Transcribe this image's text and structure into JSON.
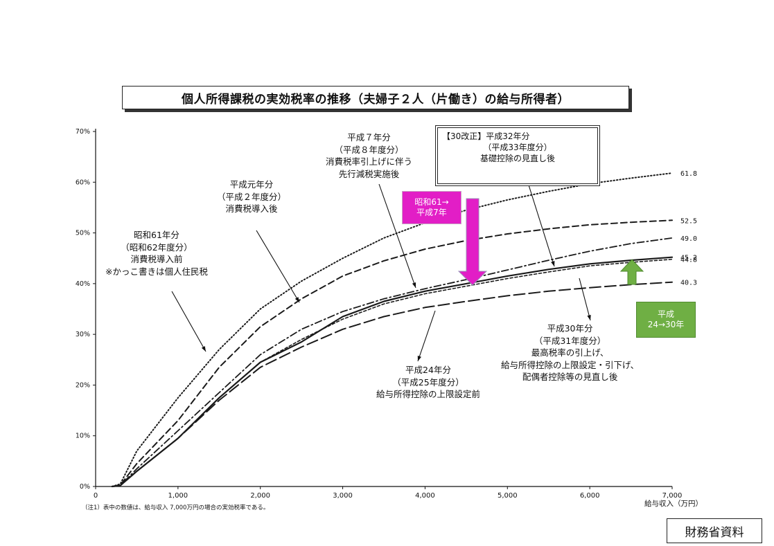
{
  "title": "個人所得課税の実効税率の推移（夫婦子２人（片働き）の給与所得者）",
  "source": "財務省資料",
  "colors": {
    "pink_arrow": "#e21ec6",
    "green_arrow": "#6faf44",
    "line": "#1a1a1a"
  },
  "tags": {
    "pink": "昭和61→\n平成7年",
    "green": "平成\n24→30年"
  },
  "annotations": {
    "s61": [
      "昭和61年分",
      "（昭和62年度分）",
      "消費税導入前",
      "※かっこ書きは個人住民税"
    ],
    "h1": [
      "平成元年分",
      "（平成２年度分）",
      "消費税導入後"
    ],
    "h7": [
      "平成７年分",
      "（平成８年度分）",
      "消費税率引上げに伴う",
      "先行減税実施後"
    ],
    "h32": [
      "【30改正】平成32年分",
      "（平成33年度分）",
      "基礎控除の見直し後"
    ],
    "h30": [
      "平成30年分",
      "（平成31年度分）",
      "最高税率の引上げ、",
      "給与所得控除の上限設定・引下げ、",
      "配偶者控除等の見直し後"
    ],
    "h24": [
      "平成24年分",
      "（平成25年度分）",
      "給与所得控除の上限設定前"
    ]
  },
  "chart_data": {
    "type": "line",
    "title": "個人所得課税の実効税率の推移（夫婦子２人（片働き）の給与所得者）",
    "xlabel": "給与収入（万円）",
    "ylabel": "",
    "xlim": [
      0,
      7000
    ],
    "ylim": [
      0,
      70
    ],
    "x_ticks": [
      0,
      1000,
      2000,
      3000,
      4000,
      5000,
      6000,
      7000
    ],
    "x_tick_labels": [
      "0",
      "1,000",
      "2,000",
      "3,000",
      "4,000",
      "5,000",
      "6,000",
      "7,000"
    ],
    "y_ticks": [
      0,
      10,
      20,
      30,
      40,
      50,
      60,
      70
    ],
    "y_tick_labels": [
      "0%",
      "10%",
      "20%",
      "30%",
      "40%",
      "50%",
      "60%",
      "70%"
    ],
    "grid": false,
    "x": [
      300,
      500,
      1000,
      1500,
      2000,
      2500,
      3000,
      3500,
      4000,
      4500,
      5000,
      5500,
      6000,
      6500,
      7000
    ],
    "series": [
      {
        "name": "昭和61年分",
        "style": "dotted",
        "end_label": "61.8",
        "values": [
          0.5,
          7,
          17.5,
          27,
          35,
          40.5,
          45,
          49,
          52,
          54.5,
          56.5,
          58.2,
          59.7,
          60.8,
          61.8
        ]
      },
      {
        "name": "平成元年分",
        "style": "dashed",
        "end_label": "52.5",
        "values": [
          0.3,
          4.5,
          13,
          23.5,
          31.5,
          37,
          41.5,
          44.5,
          46.8,
          48.5,
          49.8,
          50.8,
          51.6,
          52.1,
          52.5
        ]
      },
      {
        "name": "平成７年分",
        "style": "dashdot",
        "end_label": "49.0",
        "values": [
          0.2,
          3.5,
          11,
          18.5,
          26,
          31,
          34.5,
          37,
          39,
          40.8,
          42.7,
          44.6,
          46.4,
          47.9,
          49.0
        ]
      },
      {
        "name": "平成30年分",
        "style": "solid",
        "end_label": "45.2",
        "values": [
          0.2,
          3,
          9.5,
          17.5,
          24.5,
          28.5,
          33.5,
          36.5,
          38.5,
          40,
          41.5,
          42.8,
          43.9,
          44.6,
          45.2
        ]
      },
      {
        "name": "平成32年分",
        "style": "shortdash",
        "end_label": "44.8",
        "values": [
          0.2,
          3,
          9.5,
          17.5,
          24.5,
          29,
          33,
          36,
          38,
          39.5,
          41,
          42.3,
          43.5,
          44.2,
          44.8
        ]
      },
      {
        "name": "平成24年分",
        "style": "longdash",
        "end_label": "40.3",
        "values": [
          0.2,
          3,
          9.5,
          17,
          23.5,
          27.5,
          31,
          33.5,
          35.3,
          36.5,
          37.6,
          38.5,
          39.2,
          39.8,
          40.3
        ]
      }
    ],
    "note": "（注1）表中の数値は、給与収入 7,000万円の場合の実効税率である。"
  }
}
